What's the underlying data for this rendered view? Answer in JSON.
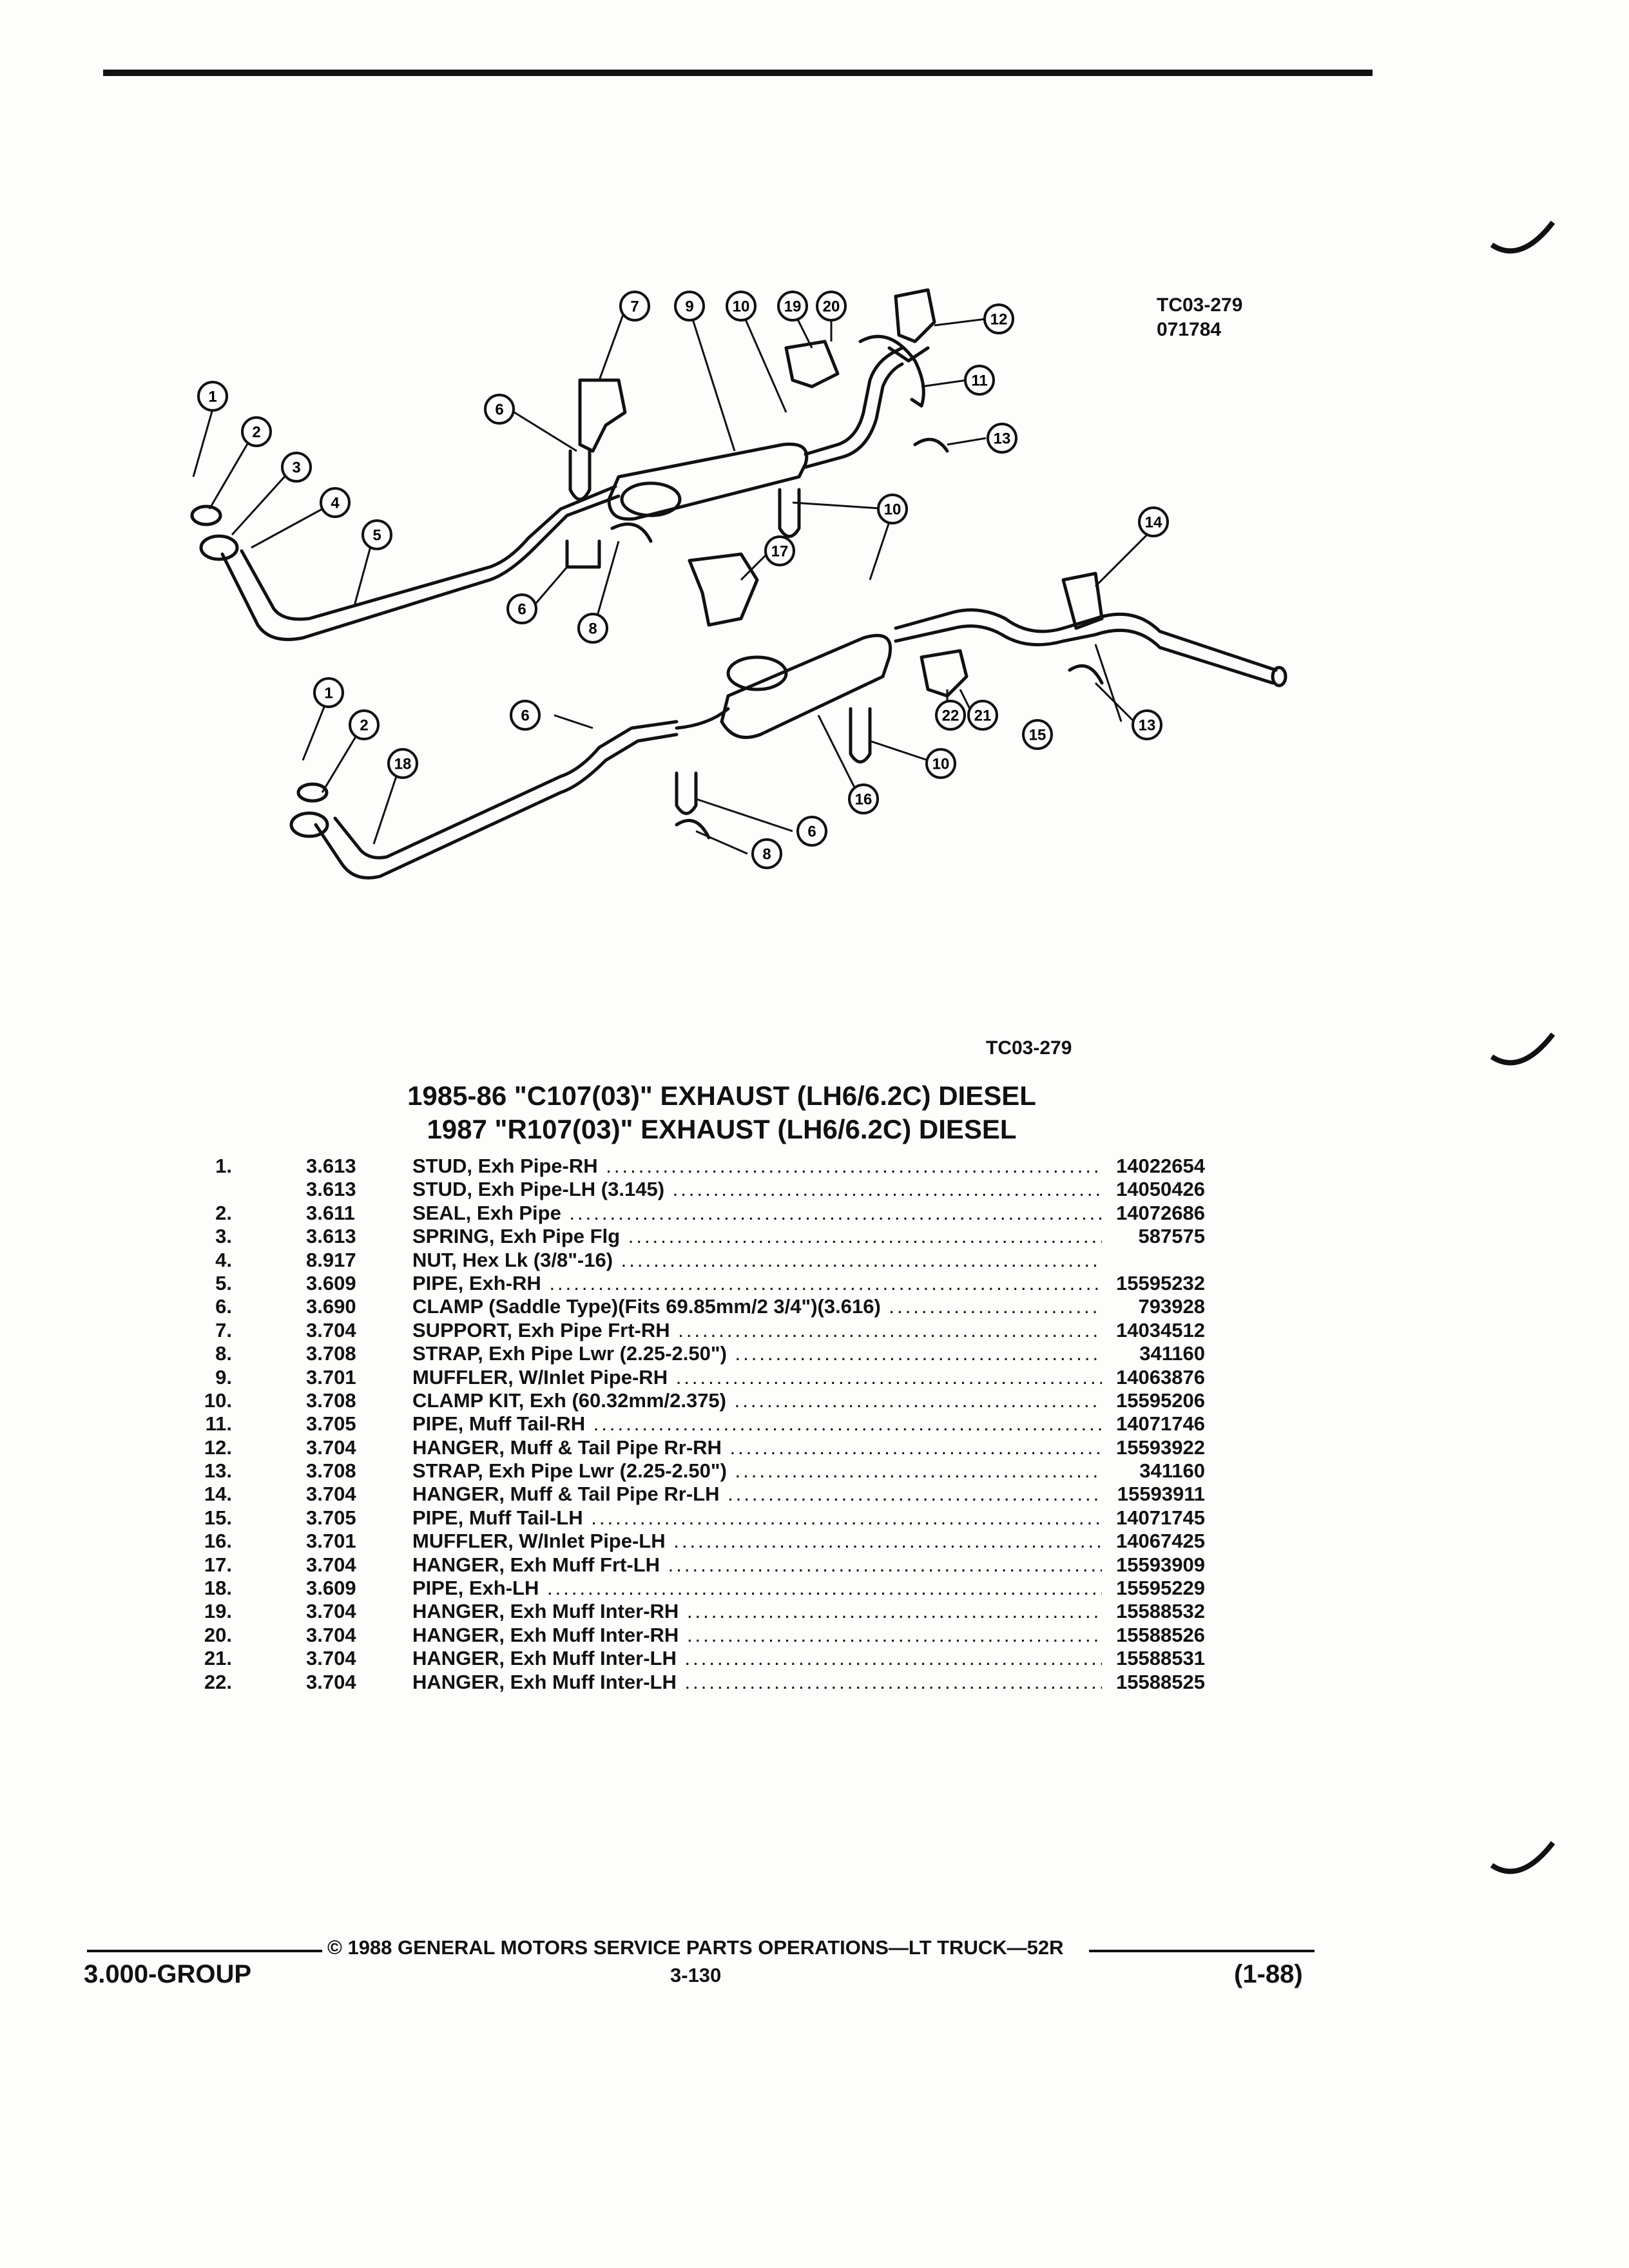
{
  "drawing_ref": {
    "line1": "TC03-279",
    "line2": "071784"
  },
  "diagram_ref": "TC03-279",
  "title": {
    "line1": "1985-86 \"C107(03)\" EXHAUST (LH6/6.2C) DIESEL",
    "line2": "1987 \"R107(03)\" EXHAUST (LH6/6.2C) DIESEL"
  },
  "callouts": [
    "1",
    "2",
    "3",
    "4",
    "5",
    "6",
    "7",
    "8",
    "9",
    "10",
    "11",
    "12",
    "13",
    "14",
    "15",
    "16",
    "17",
    "18",
    "19",
    "20",
    "21",
    "22"
  ],
  "parts": [
    {
      "idx": "1.",
      "grp": "3.613",
      "desc": "STUD, Exh Pipe-RH",
      "pn": "14022654"
    },
    {
      "idx": "",
      "grp": "3.613",
      "desc": "STUD, Exh Pipe-LH (3.145)",
      "pn": "14050426"
    },
    {
      "idx": "2.",
      "grp": "3.611",
      "desc": "SEAL, Exh Pipe",
      "pn": "14072686"
    },
    {
      "idx": "3.",
      "grp": "3.613",
      "desc": "SPRING, Exh Pipe Flg",
      "pn": "587575"
    },
    {
      "idx": "4.",
      "grp": "8.917",
      "desc": "NUT, Hex Lk (3/8\"-16)",
      "pn": ""
    },
    {
      "idx": "5.",
      "grp": "3.609",
      "desc": "PIPE, Exh-RH",
      "pn": "15595232"
    },
    {
      "idx": "6.",
      "grp": "3.690",
      "desc": "CLAMP (Saddle Type)(Fits 69.85mm/2 3/4\")(3.616)",
      "pn": "793928"
    },
    {
      "idx": "7.",
      "grp": "3.704",
      "desc": "SUPPORT, Exh Pipe Frt-RH",
      "pn": "14034512"
    },
    {
      "idx": "8.",
      "grp": "3.708",
      "desc": "STRAP, Exh Pipe Lwr (2.25-2.50\")",
      "pn": "341160"
    },
    {
      "idx": "9.",
      "grp": "3.701",
      "desc": "MUFFLER, W/Inlet Pipe-RH",
      "pn": "14063876"
    },
    {
      "idx": "10.",
      "grp": "3.708",
      "desc": "CLAMP KIT, Exh (60.32mm/2.375)",
      "pn": "15595206"
    },
    {
      "idx": "11.",
      "grp": "3.705",
      "desc": "PIPE, Muff Tail-RH",
      "pn": "14071746"
    },
    {
      "idx": "12.",
      "grp": "3.704",
      "desc": "HANGER, Muff & Tail Pipe Rr-RH",
      "pn": "15593922"
    },
    {
      "idx": "13.",
      "grp": "3.708",
      "desc": "STRAP, Exh Pipe Lwr (2.25-2.50\")",
      "pn": "341160"
    },
    {
      "idx": "14.",
      "grp": "3.704",
      "desc": "HANGER, Muff & Tail Pipe Rr-LH",
      "pn": "15593911"
    },
    {
      "idx": "15.",
      "grp": "3.705",
      "desc": "PIPE, Muff Tail-LH",
      "pn": "14071745"
    },
    {
      "idx": "16.",
      "grp": "3.701",
      "desc": "MUFFLER, W/Inlet Pipe-LH",
      "pn": "14067425"
    },
    {
      "idx": "17.",
      "grp": "3.704",
      "desc": "HANGER, Exh Muff Frt-LH",
      "pn": "15593909"
    },
    {
      "idx": "18.",
      "grp": "3.609",
      "desc": "PIPE, Exh-LH",
      "pn": "15595229"
    },
    {
      "idx": "19.",
      "grp": "3.704",
      "desc": "HANGER, Exh Muff Inter-RH",
      "pn": "15588532"
    },
    {
      "idx": "20.",
      "grp": "3.704",
      "desc": "HANGER, Exh Muff Inter-RH",
      "pn": "15588526"
    },
    {
      "idx": "21.",
      "grp": "3.704",
      "desc": "HANGER, Exh Muff Inter-LH",
      "pn": "15588531"
    },
    {
      "idx": "22.",
      "grp": "3.704",
      "desc": "HANGER, Exh Muff Inter-LH",
      "pn": "15588525"
    }
  ],
  "footer": {
    "copyright": "© 1988 GENERAL MOTORS SERVICE PARTS OPERATIONS—LT TRUCK—52R",
    "group": "3.000-GROUP",
    "page": "3-130",
    "date": "(1-88)"
  }
}
